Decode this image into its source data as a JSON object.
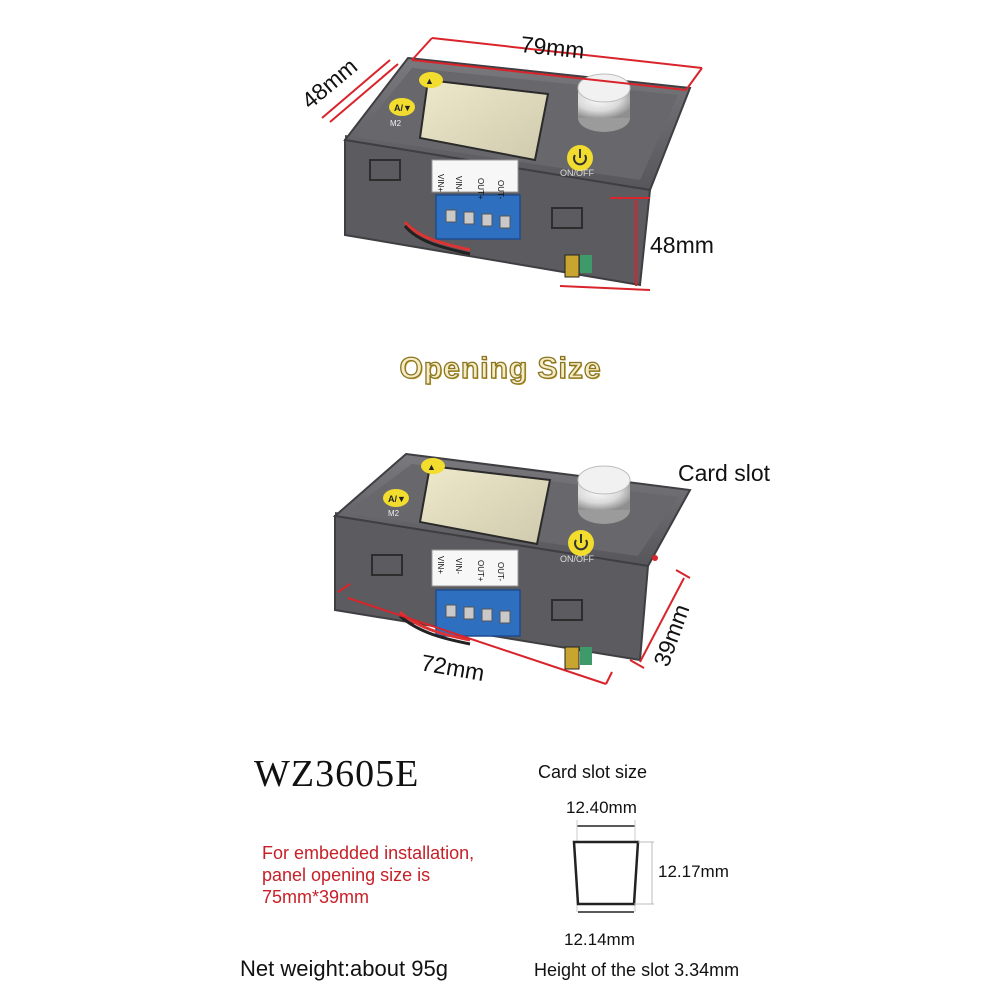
{
  "top_figure": {
    "width_label": "79mm",
    "depth_label": "48mm",
    "height_label": "48mm"
  },
  "heading": "Opening Size",
  "bottom_figure": {
    "card_slot_label": "Card slot",
    "width_label": "72mm",
    "height_label": "39mm"
  },
  "device": {
    "button_upper": "▲",
    "button_lower": "A/▼",
    "button_lower_sub": "M2",
    "power_label": "ON/OFF",
    "terminals": [
      "VIN+",
      "VIN-",
      "OUT+",
      "OUT-"
    ]
  },
  "model": "WZ3605E",
  "install_note": {
    "line1": "For embedded installation,",
    "line2": "panel opening size is",
    "line3": "75mm*39mm"
  },
  "card_slot_size": {
    "title": "Card slot size",
    "top_width": "12.40mm",
    "height": "12.17mm",
    "bottom_width": "12.14mm",
    "slot_height": "Height of the slot 3.34mm"
  },
  "net_weight": "Net weight:about 95g",
  "colors": {
    "dimension_line": "#d9242b",
    "note_text": "#c62028",
    "bezel": "#6b6a6e",
    "terminal_block": "#2f6fc0",
    "button": "#f2dc2e"
  }
}
